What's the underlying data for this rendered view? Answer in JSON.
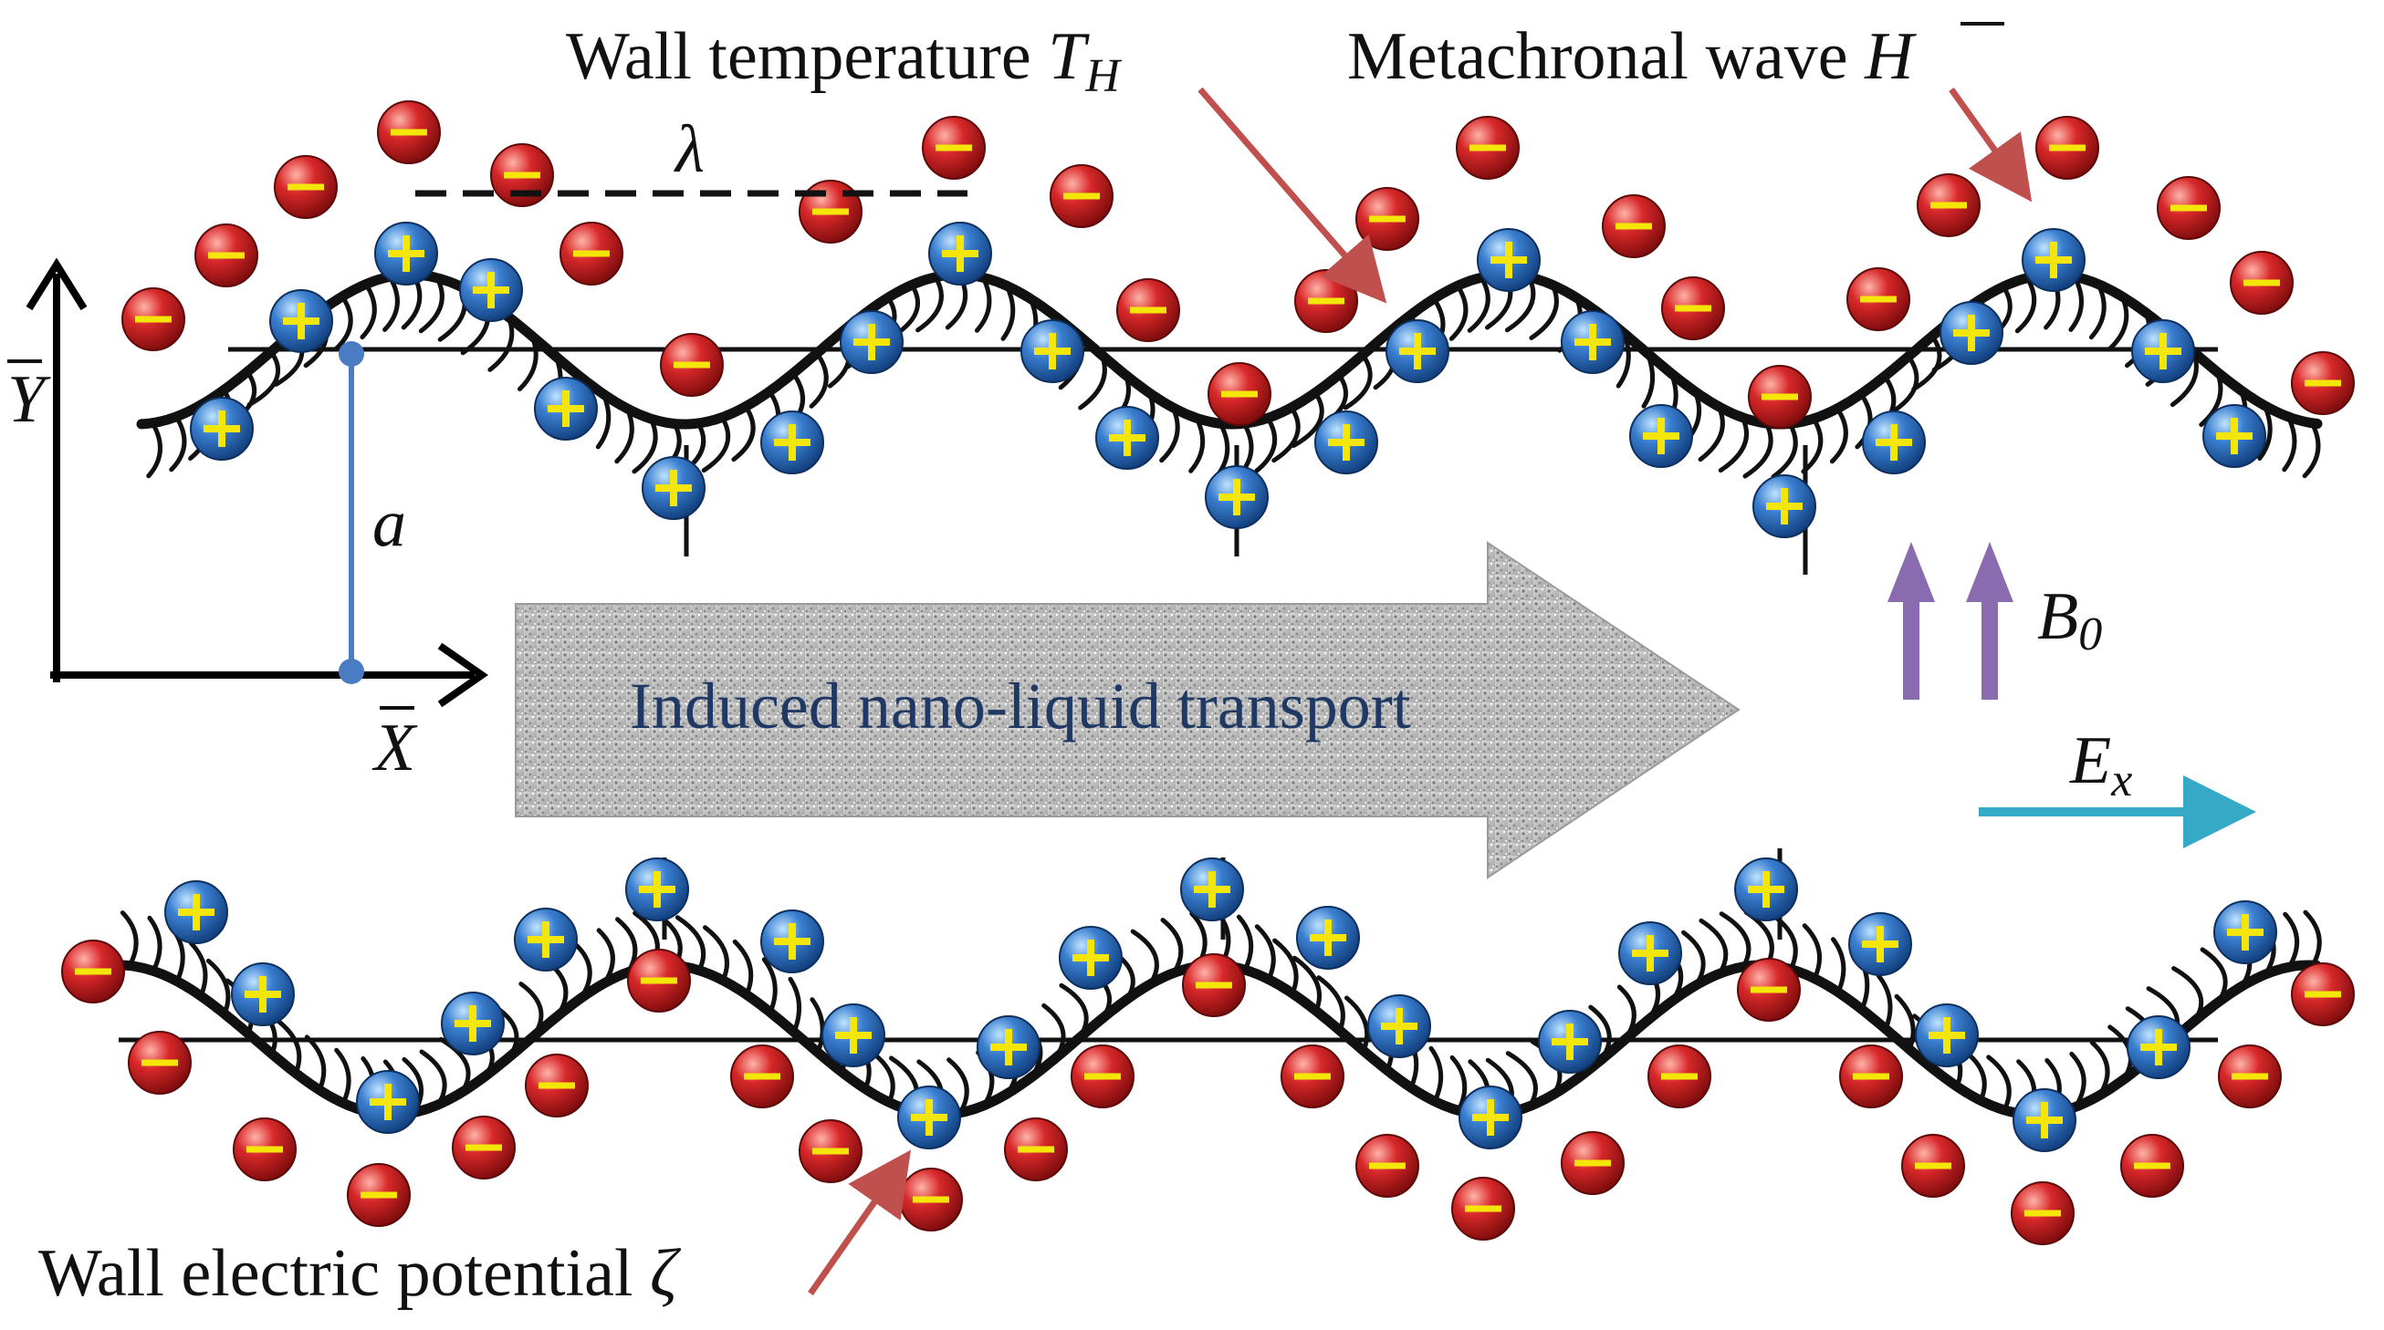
{
  "labels": {
    "wall_temperature": "Wall temperature ",
    "wall_temperature_symbol": "T",
    "wall_temperature_subscript": "H",
    "metachronal_wave": "Metachronal wave ",
    "metachronal_wave_symbol": "H",
    "wall_potential": "Wall electric potential ",
    "wall_potential_symbol": "ζ",
    "wavelength": "λ",
    "amplitude": "a",
    "y_axis": "Y",
    "x_axis": "X",
    "magnetic_field": "B",
    "magnetic_field_subscript": "0",
    "electric_field": "E",
    "electric_field_subscript": "x",
    "transport": "Induced nano-liquid transport"
  },
  "ion_signs": {
    "positive": "+",
    "negative": "−"
  },
  "colors": {
    "wall": "#111111",
    "positive_ion": "#3b7fd0",
    "negative_ion": "#d8282a",
    "sign_yellow": "#f5e60a",
    "pointer_arrow": "#c0504d",
    "magnetic_arrow": "#8a6bb0",
    "electric_arrow": "#35a9c6",
    "amplitude_line": "#4a7cc4",
    "transport_arrow": "#bdbdbd",
    "transport_text": "#1f3864"
  }
}
